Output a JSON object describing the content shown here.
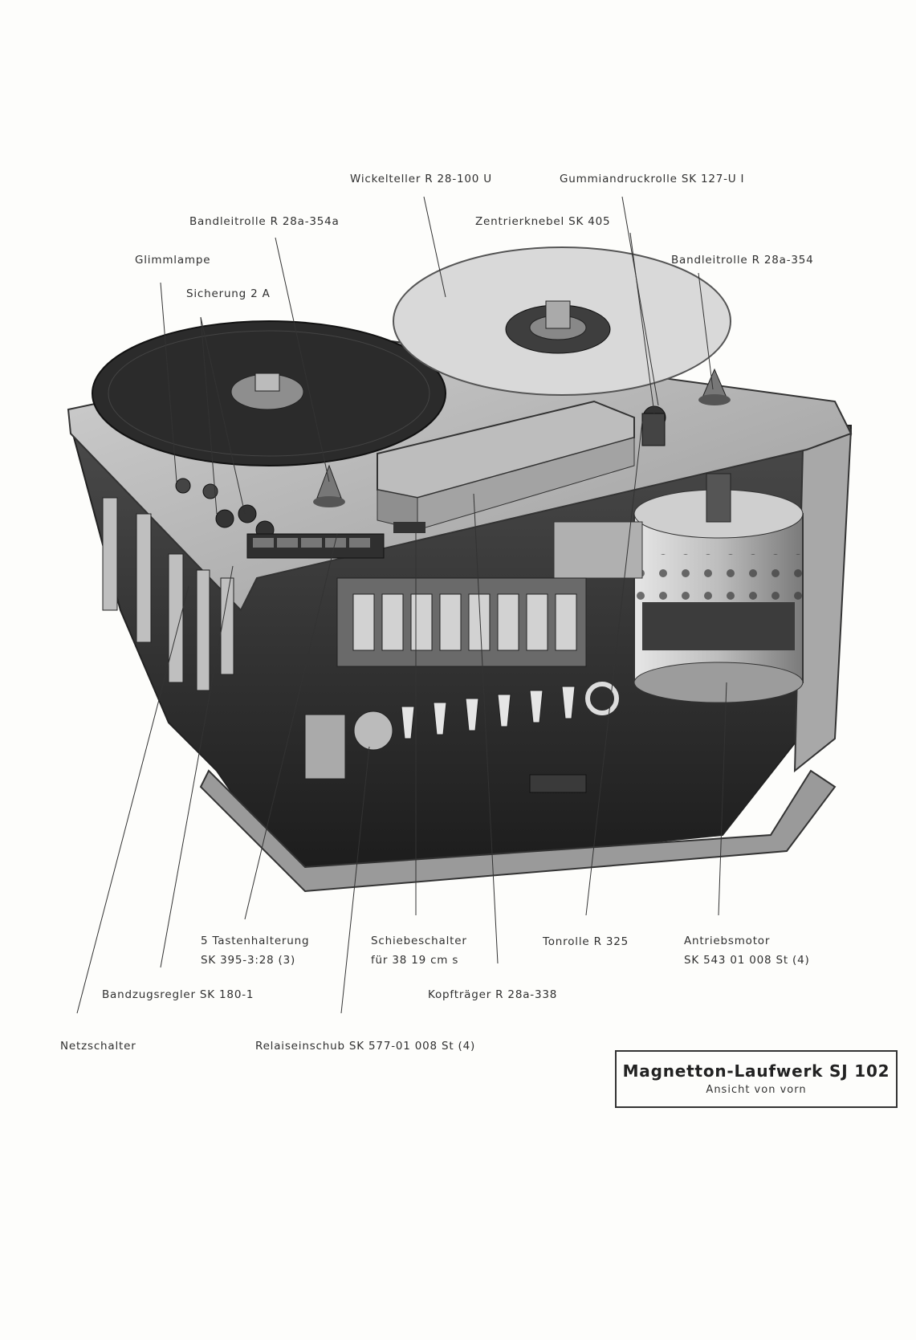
{
  "labels_top": {
    "wickelteller": "Wickelteller R 28-100 U",
    "gummiandruckrolle": "Gummiandruckrolle SK 127-U I",
    "bandleitrolle_left": "Bandleitrolle R 28a-354a",
    "zentrierknebel": "Zentrierknebel SK 405",
    "glimmlampe": "Glimmlampe",
    "bandleitrolle_right": "Bandleitrolle R 28a-354",
    "sicherung": "Sicherung 2 A"
  },
  "labels_bottom": {
    "tastenhalterung_1": "5 Tastenhalterung",
    "tastenhalterung_2": "SK 395-3:28 (3)",
    "schiebeschalter_1": "Schiebeschalter",
    "schiebeschalter_2": "für 38 19 cm s",
    "tonrolle": "Tonrolle R 325",
    "antriebsmotor_1": "Antriebsmotor",
    "antriebsmotor_2": "SK 543 01 008 St (4)",
    "bandzugsregler": "Bandzugsregler SK 180-1",
    "kopftraeger": "Kopfträger R 28a-338",
    "netzschalter": "Netzschalter",
    "relaiseinschub": "Relaiseinschub SK 577-01 008 St (4)"
  },
  "title_box": {
    "title": "Magnetton-Laufwerk SJ 102",
    "subtitle": "Ansicht von vorn"
  }
}
